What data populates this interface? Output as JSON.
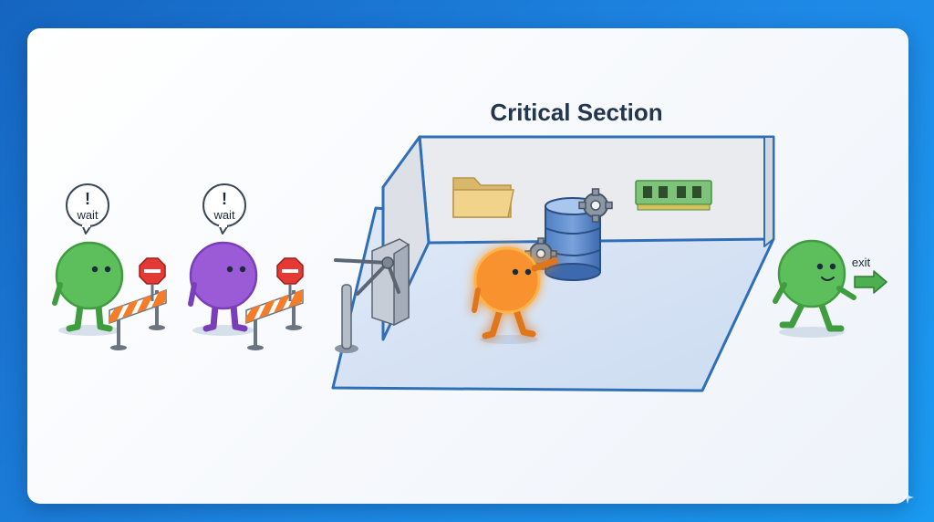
{
  "title": "Critical Section",
  "waiting_threads": [
    {
      "color": "#5cbf5c",
      "label": "wait",
      "symbol": "!"
    },
    {
      "color": "#9b5bd6",
      "label": "wait",
      "symbol": "!"
    }
  ],
  "active_thread": {
    "color": "#f7922f",
    "glow": "#ffb347"
  },
  "exiting_thread": {
    "color": "#5cbf5c",
    "label": "exit"
  },
  "icons": [
    "stop-sign-icon",
    "barrier-icon",
    "turnstile-icon",
    "folder-icon",
    "database-icon",
    "gear-icon",
    "memory-chip-icon",
    "arrow-right-icon"
  ],
  "colors": {
    "background": "#1a7de0",
    "room_outline": "#2f6fb8",
    "room_floor": "#dce8f7",
    "room_wall": "#e9ebef",
    "stop_sign": "#e53935",
    "barrier_stripe": "#f57c28",
    "exit_arrow": "#4caf50"
  }
}
